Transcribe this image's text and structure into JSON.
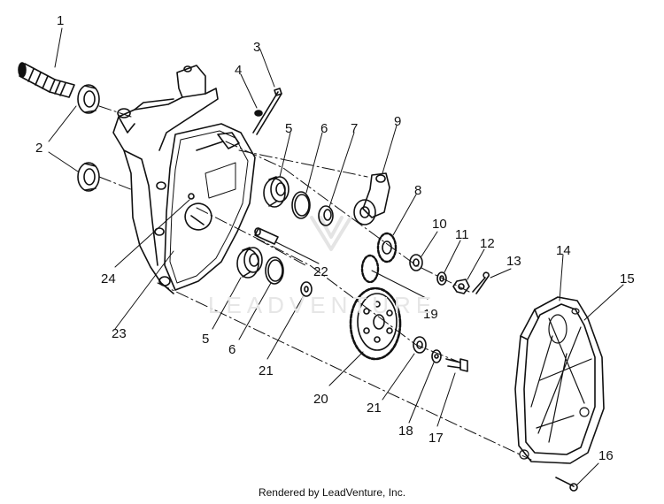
{
  "labels": {
    "l1": "1",
    "l2": "2",
    "l3": "3",
    "l4": "4",
    "l5a": "5",
    "l6a": "6",
    "l7": "7",
    "l8": "8",
    "l9": "9",
    "l10": "10",
    "l11": "11",
    "l12": "12",
    "l13": "13",
    "l14": "14",
    "l15": "15",
    "l16": "16",
    "l17": "17",
    "l18": "18",
    "l19": "19",
    "l20": "20",
    "l21a": "21",
    "l21b": "21",
    "l22": "22",
    "l23": "23",
    "l24": "24",
    "l5b": "5",
    "l6b": "6"
  },
  "watermark": {
    "text": "LEADVENTURE"
  },
  "footer": {
    "text": "Rendered by LeadVenture, Inc."
  }
}
